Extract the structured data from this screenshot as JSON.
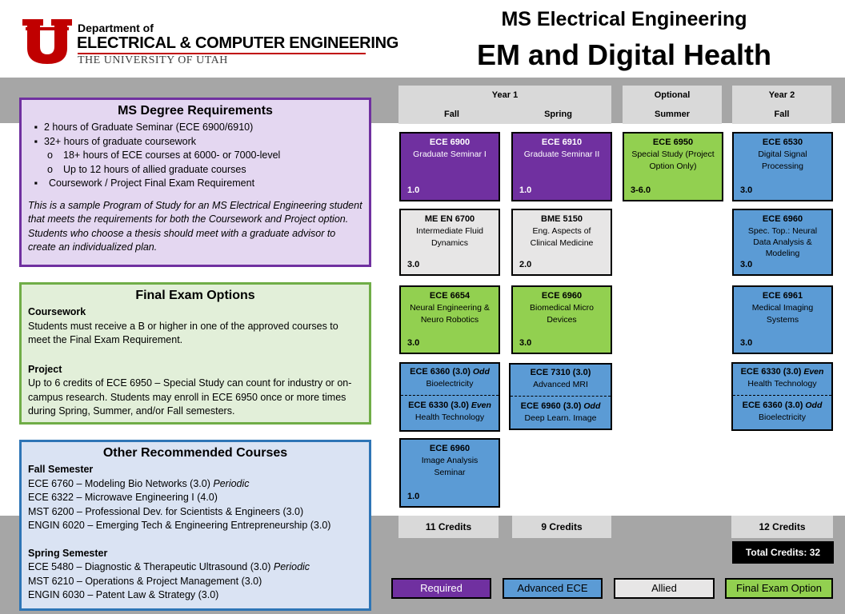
{
  "header": {
    "logo_dept": "Department of",
    "logo_ece": "ELECTRICAL & COMPUTER ENGINEERING",
    "logo_university": "THE UNIVERSITY OF UTAH",
    "title_line1": "MS Electrical Engineering",
    "title_line2": "EM and Digital Health"
  },
  "requirements": {
    "title": "MS Degree Requirements",
    "bullets": [
      "2 hours of Graduate Seminar (ECE 6900/6910)",
      "32+ hours of graduate coursework"
    ],
    "subbullets": [
      "18+ hours of ECE courses at 6000- or 7000-level",
      "Up to 12 hours of allied graduate courses"
    ],
    "bullet3": "Coursework / Project Final Exam Requirement",
    "note": "This is a sample Program of Study for an MS Electrical Engineering student that meets the requirements for both the Coursework and Project option. Students who choose a thesis should meet with a graduate advisor to create an individualized plan."
  },
  "final_exam": {
    "title": "Final Exam Options",
    "coursework_heading": "Coursework",
    "coursework_text": "Students must receive a B or higher in one of the approved courses to meet the Final Exam Requirement.",
    "project_heading": "Project",
    "project_text": "Up to 6 credits of ECE 6950 – Special Study can count for industry or on-campus research. Students may enroll in ECE 6950 once or more times during Spring, Summer, and/or Fall semesters."
  },
  "other": {
    "title": "Other Recommended Courses",
    "fall_heading": "Fall Semester",
    "fall": [
      {
        "text": "ECE 6760 – Modeling Bio Networks (3.0)",
        "note": "Periodic"
      },
      {
        "text": "ECE 6322 – Microwave Engineering I (4.0)",
        "note": ""
      },
      {
        "text": "MST 6200 – Professional Dev. for Scientists & Engineers (3.0)",
        "note": ""
      },
      {
        "text": "ENGIN 6020 – Emerging Tech & Engineering Entrepreneurship (3.0)",
        "note": ""
      }
    ],
    "spring_heading": "Spring Semester",
    "spring": [
      {
        "text": "ECE 5480 – Diagnostic & Therapeutic Ultrasound (3.0)",
        "note": "Periodic"
      },
      {
        "text": "MST 6210 – Operations & Project Management (3.0)",
        "note": ""
      },
      {
        "text": "ENGIN 6030 – Patent Law & Strategy (3.0)",
        "note": ""
      }
    ]
  },
  "columns": {
    "year1": "Year 1",
    "optional": "Optional",
    "year2": "Year 2",
    "fall": "Fall",
    "spring": "Spring",
    "summer": "Summer",
    "fall2": "Fall"
  },
  "courses": {
    "c6900": {
      "code": "ECE 6900",
      "name": "Graduate Seminar I",
      "credits": "1.0"
    },
    "c6910": {
      "code": "ECE 6910",
      "name": "Graduate Seminar II",
      "credits": "1.0"
    },
    "c6950": {
      "code": "ECE 6950",
      "name": "Special Study (Project Option Only)",
      "credits": "3-6.0"
    },
    "c6530": {
      "code": "ECE 6530",
      "name": "Digital Signal Processing",
      "credits": "3.0"
    },
    "me6700": {
      "code": "ME EN 6700",
      "name": "Intermediate Fluid Dynamics",
      "credits": "3.0"
    },
    "bme5150": {
      "code": "BME 5150",
      "name": "Eng. Aspects of Clinical Medicine",
      "credits": "2.0"
    },
    "c6960a": {
      "code": "ECE 6960",
      "name": "Spec. Top.: Neural Data Analysis & Modeling",
      "credits": "3.0"
    },
    "c6654": {
      "code": "ECE 6654",
      "name": "Neural Engineering & Neuro Robotics",
      "credits": "3.0"
    },
    "c6960b": {
      "code": "ECE 6960",
      "name": "Biomedical Micro Devices",
      "credits": "3.0"
    },
    "c6961": {
      "code": "ECE 6961",
      "name": "Medical Imaging Systems",
      "credits": "3.0"
    },
    "c6960c": {
      "code": "ECE 6960",
      "name": "Image Analysis Seminar",
      "credits": "1.0"
    }
  },
  "splits": {
    "fall1": {
      "top_code": "ECE 6360 (3.0)",
      "top_tag": "Odd",
      "top_name": "Bioelectricity",
      "bot_code": "ECE 6330 (3.0)",
      "bot_tag": "Even",
      "bot_name": "Health Technology"
    },
    "spring1": {
      "top_code": "ECE 7310 (3.0)",
      "top_tag": "",
      "top_name": "Advanced MRI",
      "bot_code": "ECE 6960 (3.0)",
      "bot_tag": "Odd",
      "bot_name": "Deep Learn. Image"
    },
    "fall2": {
      "top_code": "ECE 6330 (3.0)",
      "top_tag": "Even",
      "top_name": "Health Technology",
      "bot_code": "ECE 6360 (3.0)",
      "bot_tag": "Odd",
      "bot_name": "Bioelectricity"
    }
  },
  "credits": {
    "fall1": "11 Credits",
    "spring1": "9 Credits",
    "fall2": "12 Credits",
    "total": "Total Credits: 32"
  },
  "legend": {
    "required": "Required",
    "advanced": "Advanced ECE",
    "allied": "Allied",
    "final": "Final Exam Option"
  },
  "colors": {
    "required": "#7030a0",
    "advanced": "#5b9bd5",
    "allied": "#e7e6e6",
    "final": "#92d050",
    "utah_red": "#c00000"
  }
}
